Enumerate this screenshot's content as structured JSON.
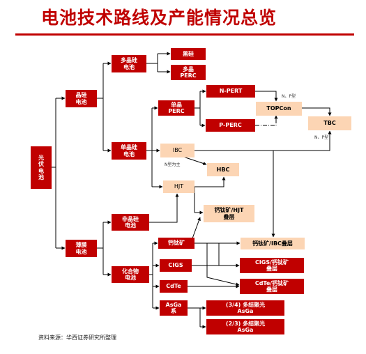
{
  "title": "电池技术路线及产能情况总览",
  "nodes": {
    "pv": "光\n伏\n电\n池",
    "crystal": "晶硅\n电池",
    "thinfilm": "薄膜\n电池",
    "poly": "多晶硅\n电池",
    "black": "黑硅",
    "polyperc": "多晶\nPERC",
    "mono": "单晶硅\n电池",
    "monoperc": "单晶\nPERC",
    "npert": "N-PERT",
    "pperc": "P-PERC",
    "topcon": "TOPCon",
    "tbc": "TBC",
    "ibc": "IBC",
    "hbc": "HBC",
    "hjt": "HJT",
    "amorph": "非晶硅\n电池",
    "compound": "化合物\n电池",
    "perov": "钙钛矿",
    "perov_hjt": "钙钛矿/HJT\n叠层",
    "perov_ibc": "钙钛矿/IBC叠层",
    "cigs": "CIGS",
    "cigs_perov": "CIGS/钙钛矿\n叠层",
    "cdte": "CdTe",
    "cdte_perov": "CdTe/钙钛矿\n叠层",
    "asga": "AsGa\n系",
    "j34": "(3/4) 多结聚光\nAsGa",
    "j23": "(2/3) 多结聚光\nAsGa"
  },
  "notes": {
    "np_top": "N、P型",
    "np_tbc": "N、P型",
    "ibc_n": "N型为主"
  },
  "source": "资料来源：华西证券研究所整理"
}
